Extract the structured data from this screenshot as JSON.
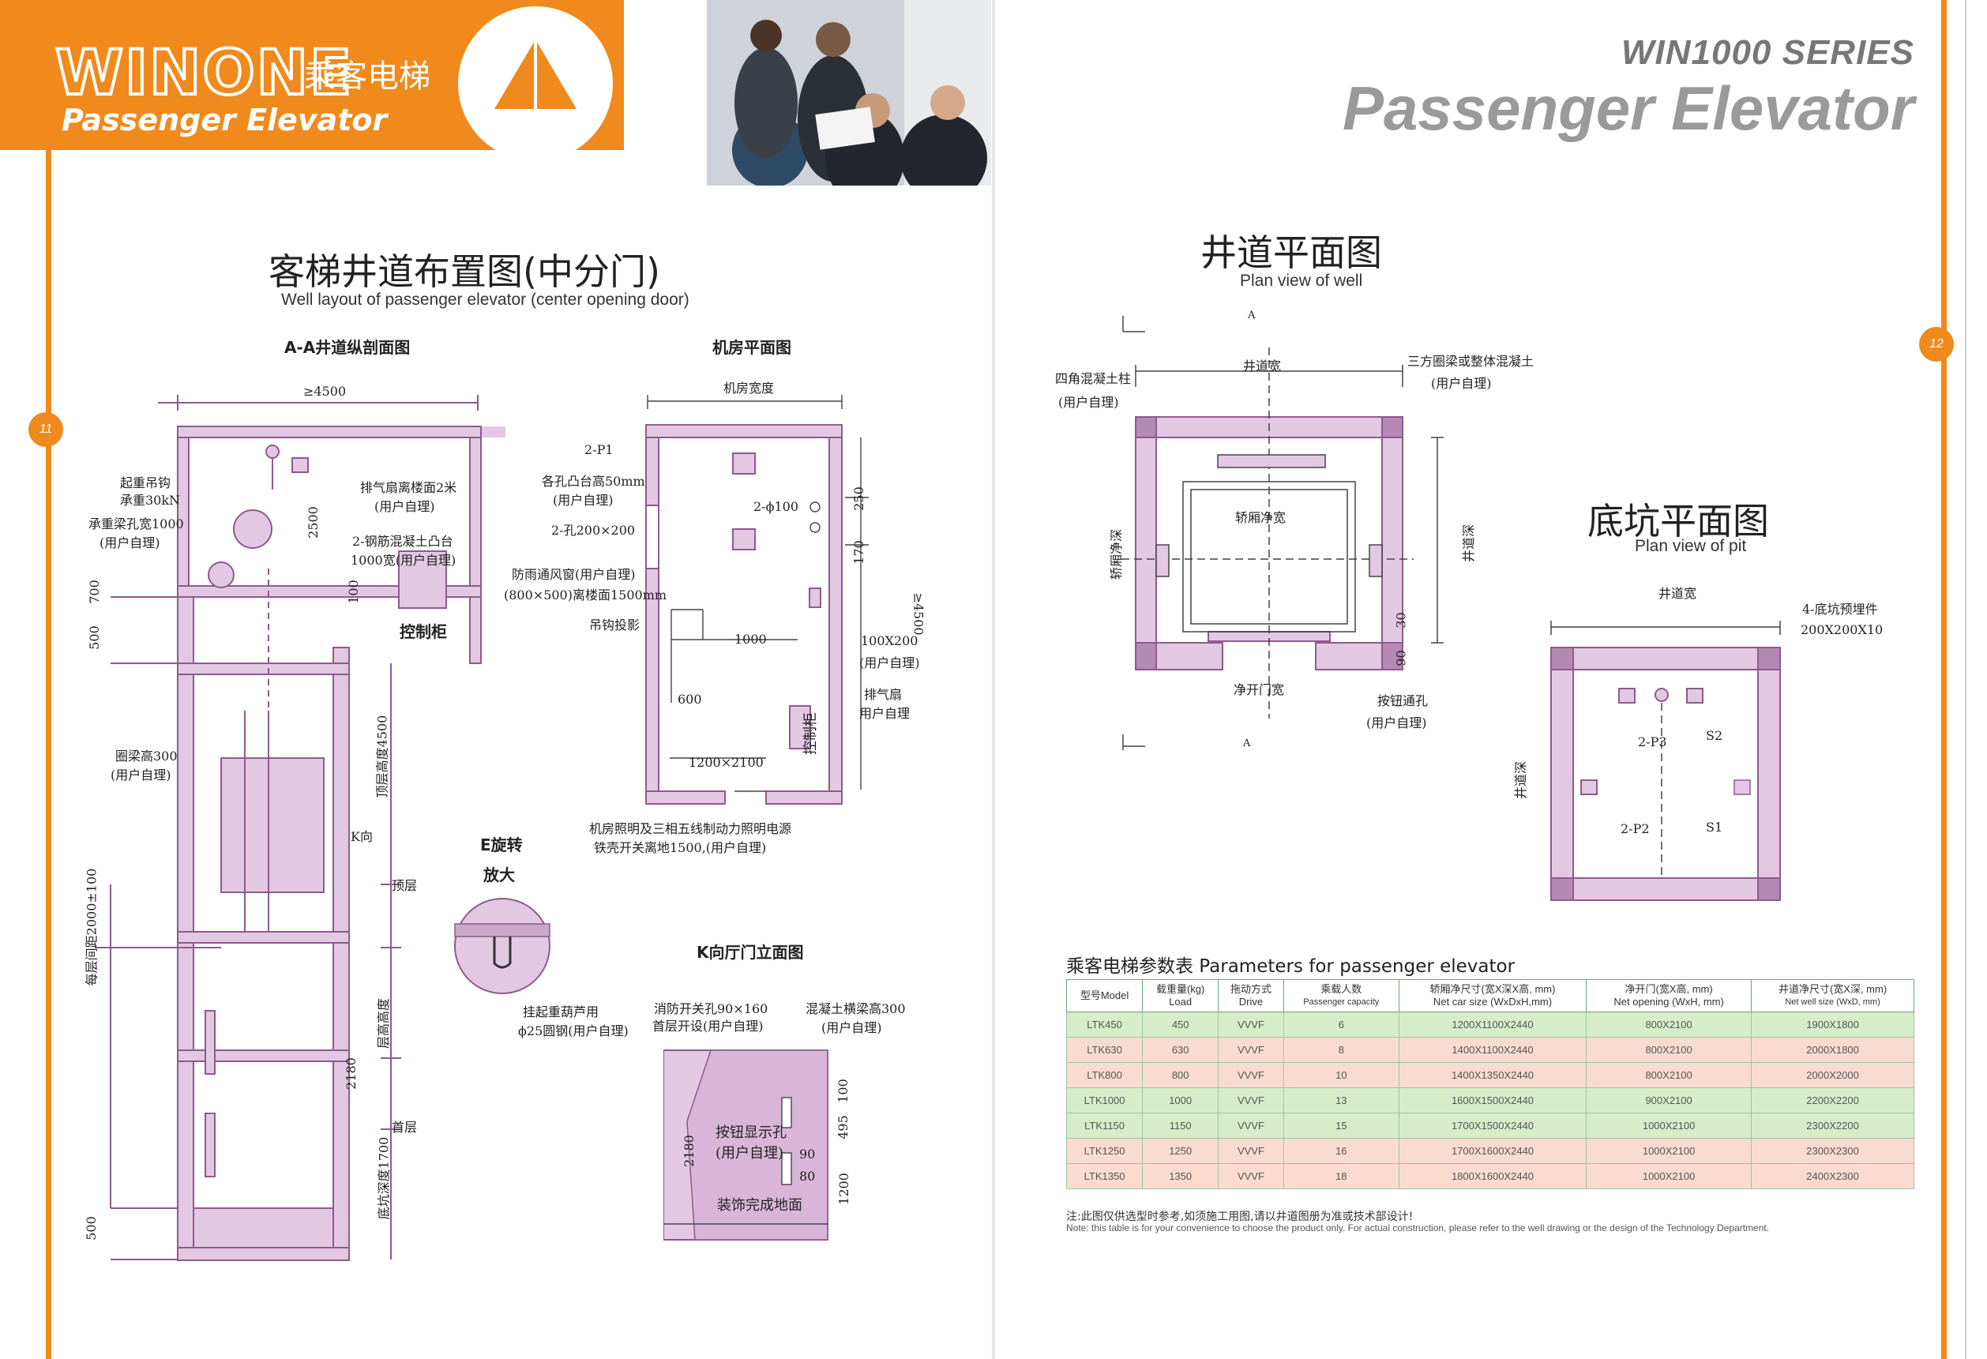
{
  "brand": {
    "logo": "WINONE",
    "category_cn": "乘客电梯",
    "category_en": "Passenger Elevator",
    "series": "WIN1000 SERIES",
    "big_title": "Passenger Elevator"
  },
  "pages": {
    "left": "11",
    "right": "12"
  },
  "left": {
    "title_cn": "客梯井道布置图(中分门)",
    "title_en": "Well layout of passenger elevator (center opening door)",
    "sections": {
      "aa": "A-A井道纵剖面图",
      "machine_room": "机房平面图",
      "e_detail_title": "E旋转",
      "e_detail_title2": "放大",
      "k_view": "K向厅门立面图"
    },
    "labels": {
      "gt4500": "≥4500",
      "hoist_hook": "起重吊钩",
      "hoist_load": "承重30kN",
      "beam_hole": "承重梁孔宽1000",
      "user_self": "(用户自理)",
      "dim_2500": "2500",
      "fan_height": "排气扇离楼面2米",
      "rebar_platform": "2-钢筋混凝土凸台",
      "platform_w": "1000宽(用户自理)",
      "dim_700": "700",
      "dim_500a": "500",
      "dim_100a": "100",
      "control_cab": "控制柜",
      "ring_beam": "圈梁高300",
      "top_height": "顶层高度4500",
      "k_dir": "K向",
      "top_floor": "顶层",
      "floor_dist": "每层间距2000±100",
      "floor_height": "层高高度",
      "dim_2180a": "2180",
      "ground": "首层",
      "pit_depth": "底坑深度1700",
      "dim_500b": "500",
      "machine_width": "机房宽度",
      "p1": "2-P1",
      "hole_platform": "各孔凸台高50mm",
      "hole_200": "2-孔200×200",
      "phi_100": "2-ϕ100",
      "dim_250": "250",
      "dim_170": "170",
      "vent_window": "防雨通风窗(用户自理)",
      "vent_size": "(800×500)离楼面1500mm",
      "hook_proj": "吊钩投影",
      "dim_1000": "1000",
      "dim_100x200": "100X200",
      "dim_gt4500": "≥4500",
      "exhaust_fan": "排气扇",
      "user_provide": "用户自理",
      "dim_600": "600",
      "control_cab2": "控制柜",
      "door_1200": "1200×2100",
      "lighting": "机房照明及三相五线制动力照明电源",
      "switch_height": "铁壳开关离地1500,(用户自理)",
      "hang_hook": "挂起重葫芦用",
      "steel_25": "ϕ25圆钢(用户自理)",
      "fire_switch": "消防开关孔90×160",
      "first_floor_open": "首层开设(用户自理)",
      "concrete_beam": "混凝土横梁高300",
      "dim_100b": "100",
      "dim_495": "495",
      "dim_2180b": "2180",
      "button_box": "按钮显示孔",
      "dim_90": "90",
      "dim_80": "80",
      "dim_1200": "1200",
      "finish_floor": "装饰完成地面"
    }
  },
  "right": {
    "plan_title_cn": "井道平面图",
    "plan_title_en": "Plan view of well",
    "pit_title_cn": "底坑平面图",
    "pit_title_en": "Plan view of pit",
    "labels": {
      "a_top": "A",
      "a_bottom": "A",
      "well_width": "井道宽",
      "corner_col": "四角混凝土柱",
      "user_self": "(用户自理)",
      "ring_beam3": "三方圈梁或整体混凝土",
      "user_self2": "(用户自理)",
      "car_width": "轿厢净宽",
      "car_depth": "轿厢净深",
      "well_depth": "井道深",
      "dim_30": "30",
      "dim_90": "90",
      "door_width": "净开门宽",
      "button_hole": "按钮通孔",
      "user_self3": "(用户自理)",
      "pit_well_width": "井道宽",
      "embed": "4-底坑预埋件",
      "embed_size": "200X200X10",
      "p3": "2-P3",
      "s2": "S2",
      "pit_well_depth": "井道深",
      "p2": "2-P2",
      "s1": "S1"
    }
  },
  "table": {
    "title": "乘客电梯参数表 Parameters for passenger elevator",
    "headers": [
      {
        "cn": "型号Model",
        "en": ""
      },
      {
        "cn": "载重量(kg)",
        "en": "Load"
      },
      {
        "cn": "拖动方式",
        "en": "Drive"
      },
      {
        "cn": "乘载人数",
        "en": "Passenger capacity"
      },
      {
        "cn": "轿厢净尺寸(宽X深X高, mm)",
        "en": "Net car size (WxDxH,mm)"
      },
      {
        "cn": "净开门(宽X高, mm)",
        "en": "Net opening (WxH, mm)"
      },
      {
        "cn": "井道净尺寸(宽X深, mm)",
        "en": "Net well size (WxD, mm)"
      }
    ],
    "rows": [
      [
        "LTK450",
        "450",
        "VVVF",
        "6",
        "1200X1100X2440",
        "800X2100",
        "1900X1800"
      ],
      [
        "LTK630",
        "630",
        "VVVF",
        "8",
        "1400X1100X2440",
        "800X2100",
        "2000X1800"
      ],
      [
        "LTK800",
        "800",
        "VVVF",
        "10",
        "1400X1350X2440",
        "800X2100",
        "2000X2000"
      ],
      [
        "LTK1000",
        "1000",
        "VVVF",
        "13",
        "1600X1500X2440",
        "900X2100",
        "2200X2200"
      ],
      [
        "LTK1150",
        "1150",
        "VVVF",
        "15",
        "1700X1500X2440",
        "1000X2100",
        "2300X2200"
      ],
      [
        "LTK1250",
        "1250",
        "VVVF",
        "16",
        "1700X1600X2440",
        "1000X2100",
        "2300X2300"
      ],
      [
        "LTK1350",
        "1350",
        "VVVF",
        "18",
        "1800X1600X2440",
        "1000X2100",
        "2400X2300"
      ]
    ],
    "row_colors": [
      "#d7ecc9",
      "#f9dccf",
      "#f9dccf",
      "#d7ecc9",
      "#d7ecc9",
      "#f9dccf",
      "#f9dccf"
    ],
    "note_cn": "注:此图仅供选型时参考,如须施工用图,请以井道图册为准或技术部设计!",
    "note_en": "Note: this table is for your convenience to choose the product only. For actual construction, please refer to the well drawing or the design of the Technology Department."
  },
  "colors": {
    "accent": "#f08a1c",
    "wall": "#e3c8e3",
    "wall_stroke": "#8e5a8e",
    "photo": "#5b6471"
  }
}
